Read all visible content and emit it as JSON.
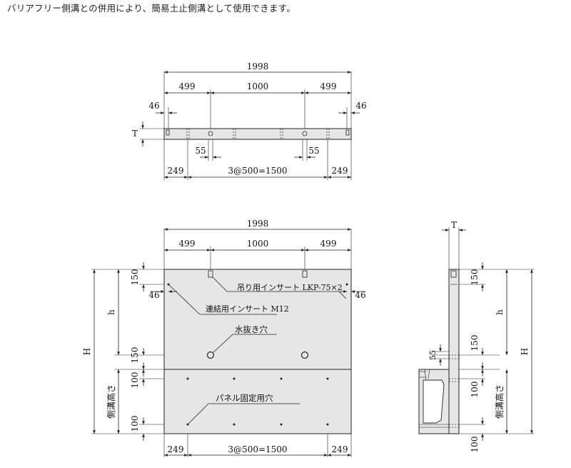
{
  "caption": "バリアフリー側溝との併用により、簡易土止側溝として使用できます。",
  "top_view": {
    "overall": "1998",
    "seg_left": "499",
    "seg_mid": "1000",
    "seg_right": "499",
    "edge_left": "46",
    "edge_right": "46",
    "thickness": "T",
    "hole_left": "55",
    "hole_right": "55",
    "pitch_left": "249",
    "pitch_mid": "3@500=1500",
    "pitch_right": "249"
  },
  "front_view": {
    "overall": "1998",
    "seg_left": "499",
    "seg_mid": "1000",
    "seg_right": "499",
    "top_offset": "150",
    "edge_left": "46",
    "edge_right": "46",
    "h_label": "h",
    "H_label": "H",
    "mid_150": "150",
    "mid_100": "100",
    "bottom_100": "100",
    "side_height_label": "側溝高さ",
    "pitch_left": "249",
    "pitch_mid": "3@500=1500",
    "pitch_right": "249",
    "callout_lift_insert": "吊り用インサート LKP-75×2",
    "callout_connect_insert": "連結用インサート M12",
    "callout_drain_hole": "水抜き穴",
    "callout_panel_hole": "パネル固定用穴"
  },
  "side_view": {
    "thickness": "T",
    "top_150": "150",
    "h_label": "h",
    "H_label": "H",
    "mid_150": "150",
    "mid_55": "55",
    "mid_100": "100",
    "side_height_label": "側溝高さ",
    "bottom_100": "100"
  },
  "colors": {
    "panel_fill": "#e6e6e6",
    "line": "#222222"
  }
}
